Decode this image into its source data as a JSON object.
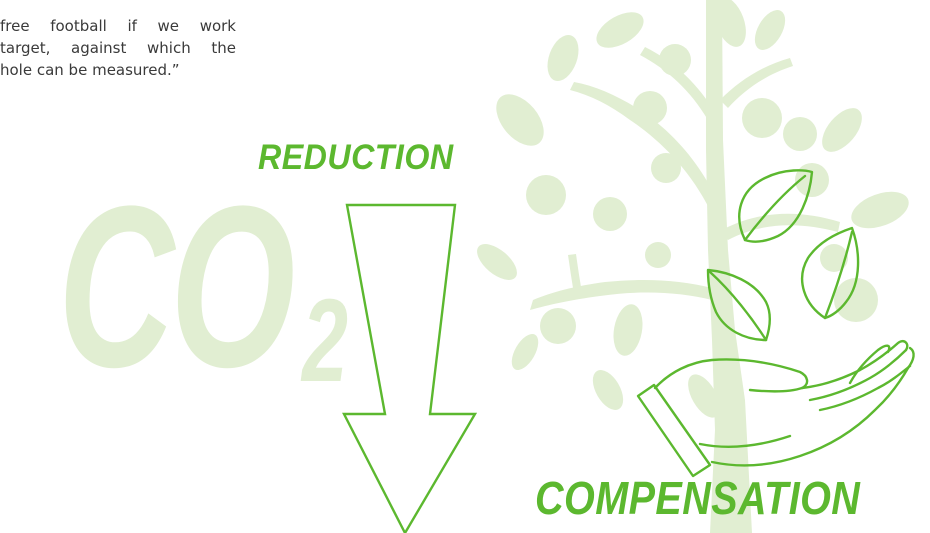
{
  "quote": {
    "lines": [
      "… …",
      "free football if we work",
      "target, against which the",
      "hole can be measured.”"
    ]
  },
  "labels": {
    "reduction": "REDUCTION",
    "compensation": "COMPENSATION",
    "co2_main": "CO",
    "co2_sub": "2"
  },
  "colors": {
    "accent_green": "#5cb82f",
    "pale_green": "#e1eed2",
    "text_gray": "#3a3a3a"
  },
  "icons": [
    "tree-icon",
    "down-arrow-icon",
    "hand-icon",
    "leaf-icon"
  ]
}
